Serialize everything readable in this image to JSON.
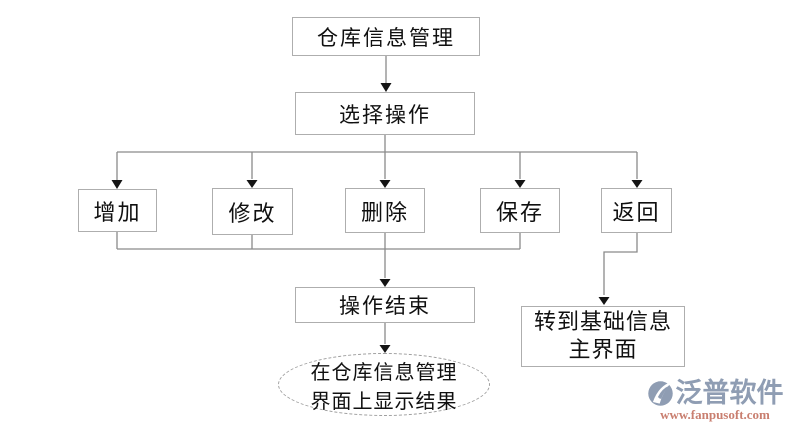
{
  "diagram": {
    "nodes": {
      "root": {
        "label": "仓库信息管理"
      },
      "select": {
        "label": "选择操作"
      },
      "add": {
        "label": "增加"
      },
      "modify": {
        "label": "修改"
      },
      "delete": {
        "label": "删除"
      },
      "save": {
        "label": "保存"
      },
      "back": {
        "label": "返回"
      },
      "end": {
        "label": "操作结束"
      },
      "goto_main": {
        "line1": "转到基础信息",
        "line2": "主界面"
      },
      "result": {
        "line1": "在仓库信息管理",
        "line2": "界面上显示结果"
      }
    },
    "colors": {
      "box_border": "#aeaeae",
      "connector": "#8a8a8a",
      "arrowhead": "#141414",
      "brand": "#8f9db3",
      "url": "#c97f70"
    },
    "watermark": {
      "brand": "泛普软件",
      "url": "www.fanpusoft.com"
    }
  }
}
